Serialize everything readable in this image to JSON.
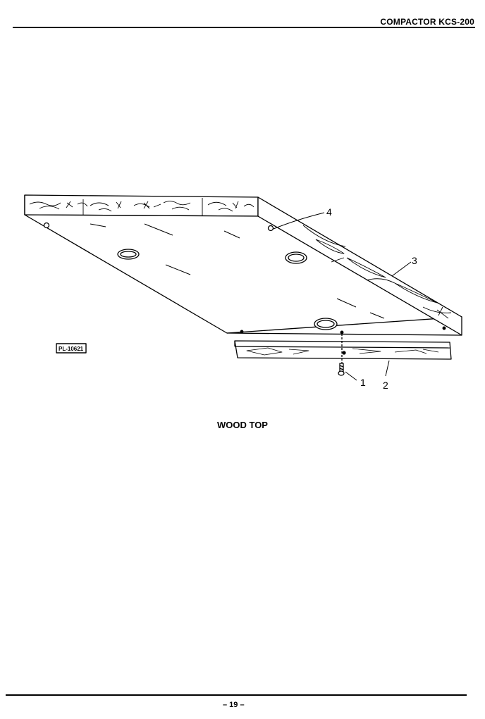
{
  "header": {
    "title": "COMPACTOR KCS-200"
  },
  "diagram": {
    "reference_tag": "PL-10621",
    "callouts": [
      "1",
      "2",
      "3",
      "4"
    ]
  },
  "caption": "WOOD TOP",
  "footer": {
    "page_number": "– 19 –"
  }
}
